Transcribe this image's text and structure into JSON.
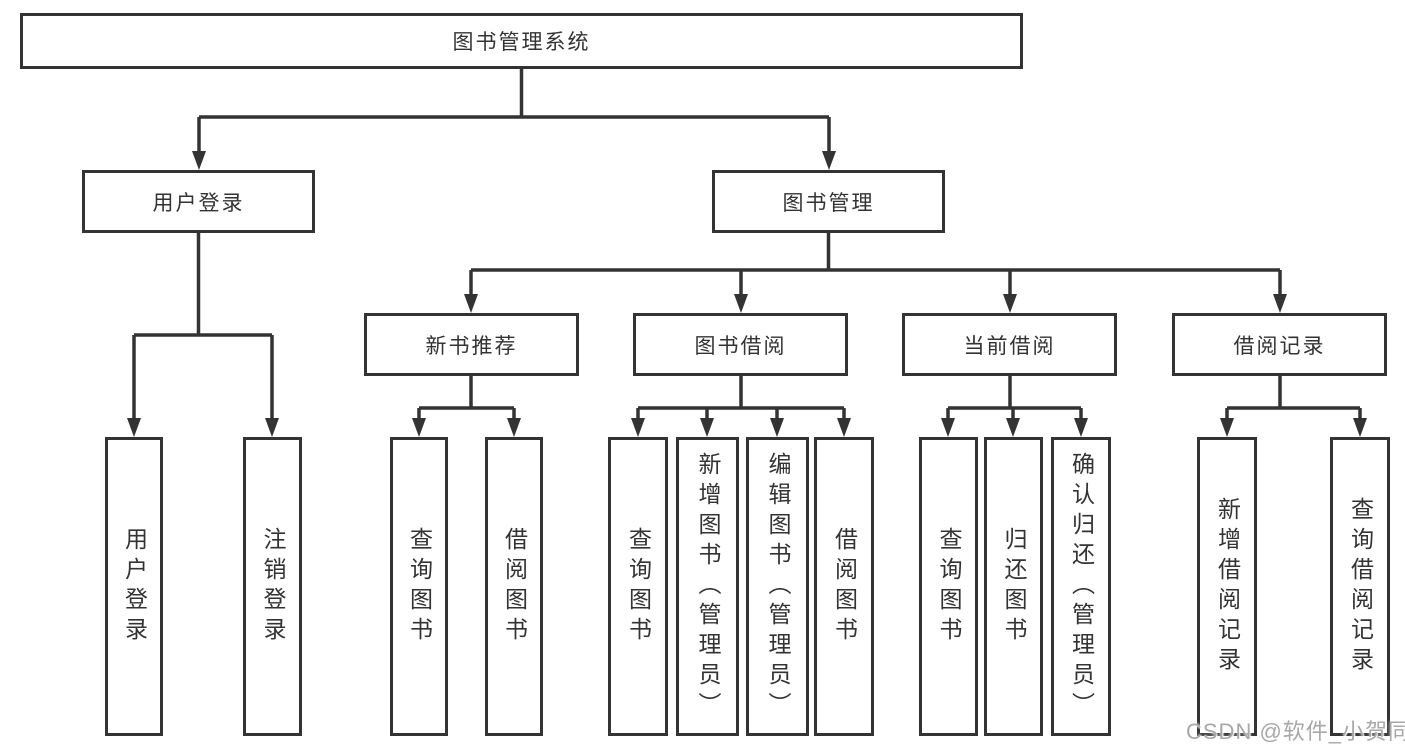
{
  "diagram_title": "图书管理系统",
  "nodes": {
    "root": {
      "label": "图书管理系统"
    },
    "level2": [
      {
        "label": "用户登录"
      },
      {
        "label": "图书管理"
      }
    ],
    "level3": [
      {
        "label": "新书推荐",
        "parent": "图书管理"
      },
      {
        "label": "图书借阅",
        "parent": "图书管理"
      },
      {
        "label": "当前借阅",
        "parent": "图书管理"
      },
      {
        "label": "借阅记录",
        "parent": "图书管理"
      }
    ],
    "leaves": [
      {
        "label": "用户登录",
        "parent": "用户登录"
      },
      {
        "label": "注销登录",
        "parent": "用户登录"
      },
      {
        "label": "查询图书",
        "parent": "新书推荐"
      },
      {
        "label": "借阅图书",
        "parent": "新书推荐"
      },
      {
        "label": "查询图书",
        "parent": "图书借阅"
      },
      {
        "label": "新增图书（管理员）",
        "parent": "图书借阅"
      },
      {
        "label": "编辑图书（管理员）",
        "parent": "图书借阅"
      },
      {
        "label": "借阅图书",
        "parent": "图书借阅"
      },
      {
        "label": "查询图书",
        "parent": "当前借阅"
      },
      {
        "label": "归还图书",
        "parent": "当前借阅"
      },
      {
        "label": "确认归还（管理员）",
        "parent": "当前借阅"
      },
      {
        "label": "新增借阅记录",
        "parent": "借阅记录"
      },
      {
        "label": "查询借阅记录",
        "parent": "借阅记录"
      }
    ]
  },
  "watermark": {
    "text": "CSDN @软件_小贺同学"
  },
  "colors": {
    "line": "#333333",
    "text": "#333333",
    "background": "#ffffff",
    "watermark": "#a8a8a8"
  }
}
